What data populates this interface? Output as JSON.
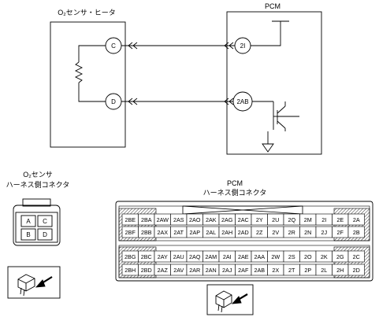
{
  "sensor": {
    "title": "O₂センサ・ヒータ",
    "pins": [
      "C",
      "D"
    ]
  },
  "pcm": {
    "title": "PCM",
    "pins": [
      "2I",
      "2AB"
    ]
  },
  "sensor_connector": {
    "label_line1": "O₂センサ",
    "label_line2": "ハーネス側コネクタ",
    "cells": [
      [
        "A",
        "C"
      ],
      [
        "B",
        "D"
      ]
    ]
  },
  "pcm_connector": {
    "label_line1": "PCM",
    "label_line2": "ハーネス側コネクタ",
    "rows": [
      [
        "2BE",
        "2BA",
        "2AW",
        "2AS",
        "2AO",
        "2AK",
        "2AG",
        "2AC",
        "2Y",
        "2U",
        "2Q",
        "2M",
        "2I",
        "2E",
        "2A"
      ],
      [
        "2BF",
        "2BB",
        "2AX",
        "2AT",
        "2AP",
        "2AL",
        "2AH",
        "2AD",
        "2Z",
        "2V",
        "2R",
        "2N",
        "2J",
        "2F",
        "2B"
      ],
      [
        "2BG",
        "2BC",
        "2AY",
        "2AU",
        "2AQ",
        "2AM",
        "2AI",
        "2AE",
        "2AA",
        "2W",
        "2S",
        "2O",
        "2K",
        "2G",
        "2C"
      ],
      [
        "2BH",
        "2BD",
        "2AZ",
        "2AV",
        "2AR",
        "2AN",
        "2AJ",
        "2AF",
        "2AB",
        "2X",
        "2T",
        "2P",
        "2L",
        "2H",
        "2D"
      ]
    ]
  },
  "icons": [
    "resistor-icon",
    "npn-transistor-icon",
    "ground-icon",
    "connector-plug-icon"
  ]
}
